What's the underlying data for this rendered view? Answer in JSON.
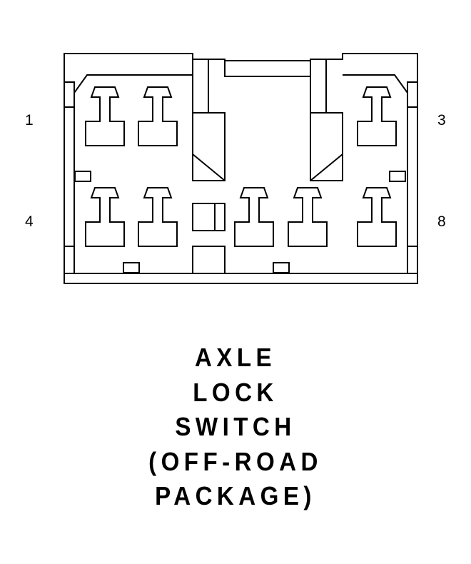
{
  "connector": {
    "pin_labels": {
      "top_left": "1",
      "top_right": "3",
      "bottom_left": "4",
      "bottom_right": "8"
    }
  },
  "caption": {
    "lines": [
      "AXLE",
      "LOCK",
      "SWITCH",
      "(OFF-ROAD",
      "PACKAGE)"
    ]
  },
  "colors": {
    "ink": "#000000",
    "background": "#ffffff"
  }
}
